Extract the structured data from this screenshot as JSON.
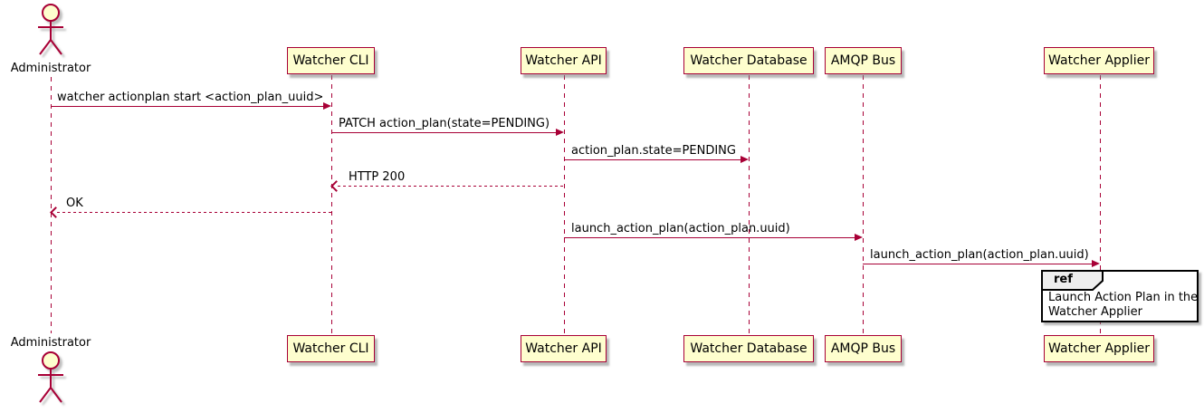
{
  "actor": {
    "name": "Administrator"
  },
  "participants": [
    {
      "name": "Watcher CLI"
    },
    {
      "name": "Watcher API"
    },
    {
      "name": "Watcher Database"
    },
    {
      "name": "AMQP Bus"
    },
    {
      "name": "Watcher Applier"
    }
  ],
  "messages": [
    {
      "from": "Administrator",
      "to": "Watcher CLI",
      "label": "watcher actionplan start <action_plan_uuid>",
      "line": "solid",
      "direction": "right"
    },
    {
      "from": "Watcher CLI",
      "to": "Watcher API",
      "label": "PATCH action_plan(state=PENDING)",
      "line": "solid",
      "direction": "right"
    },
    {
      "from": "Watcher API",
      "to": "Watcher Database",
      "label": "action_plan.state=PENDING",
      "line": "solid",
      "direction": "right"
    },
    {
      "from": "Watcher API",
      "to": "Watcher CLI",
      "label": "HTTP 200",
      "line": "dashed",
      "direction": "left"
    },
    {
      "from": "Watcher CLI",
      "to": "Administrator",
      "label": "OK",
      "line": "dashed",
      "direction": "left"
    },
    {
      "from": "Watcher API",
      "to": "AMQP Bus",
      "label": "launch_action_plan(action_plan.uuid)",
      "line": "solid",
      "direction": "right"
    },
    {
      "from": "AMQP Bus",
      "to": "Watcher Applier",
      "label": "launch_action_plan(action_plan.uuid)",
      "line": "solid",
      "direction": "right"
    }
  ],
  "ref_fragment": {
    "keyword": "ref",
    "line1": "Launch Action Plan in the",
    "line2": "Watcher Applier"
  },
  "colors": {
    "participant_fill": "#FEFECE",
    "participant_border": "#A80036",
    "message_line": "#A80036",
    "lifeline": "#A80036",
    "ref_border": "#000000",
    "ref_header_fill": "#EEEEEE",
    "text": "#000000",
    "background": "#FFFFFF"
  }
}
